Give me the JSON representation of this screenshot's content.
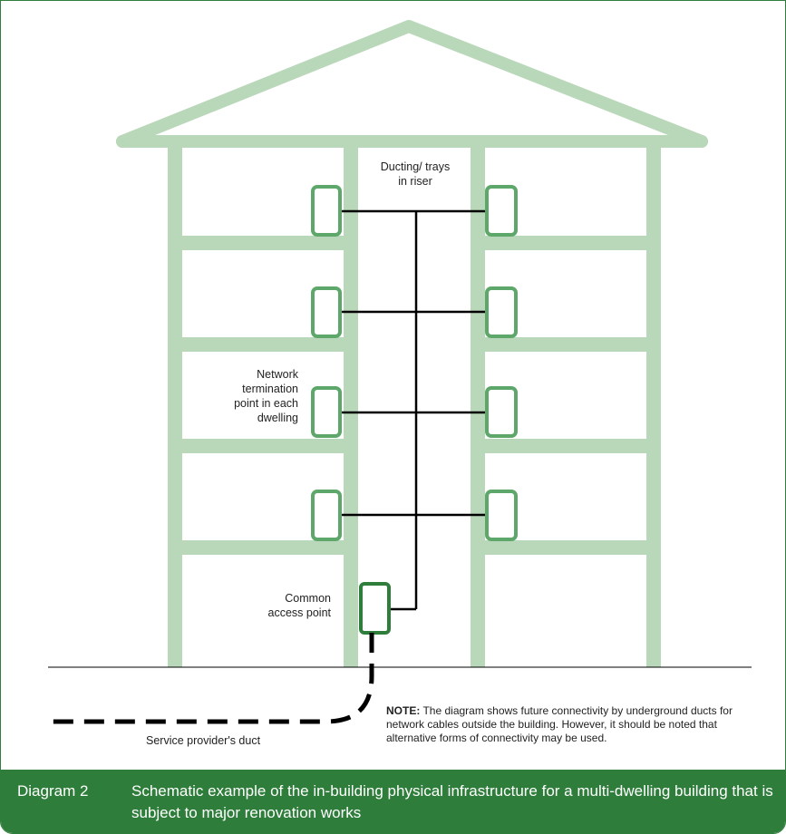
{
  "labels": {
    "riser": "Ducting/ trays in riser",
    "ntp": "Network termination point in each dwelling",
    "cap": "Common access point",
    "duct": "Service provider's duct"
  },
  "note": {
    "bold": "NOTE:",
    "text": " The diagram shows future connectivity by underground ducts for network cables outside the building. However, it should be noted that alternative forms of connectivity may be used."
  },
  "caption": {
    "number": "Diagram 2",
    "text": "Schematic example of the in-building physical infrastructure for a multi-dwelling building that is subject to major renovation works"
  },
  "colors": {
    "building": "#b9d7b9",
    "ntp_box": "#5ea76a",
    "cap_box": "#2e7d3a",
    "cable": "#000000",
    "caption_bg": "#2e7d3a"
  }
}
